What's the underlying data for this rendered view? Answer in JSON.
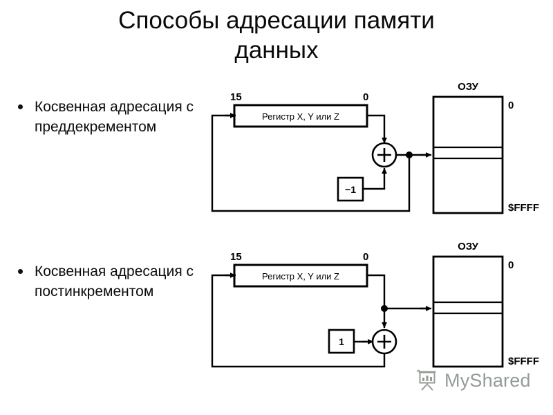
{
  "title": {
    "line1": "Способы адресации памяти",
    "line2": "данных"
  },
  "bullets": [
    {
      "text": "Косвенная адресация с преддекрементом"
    },
    {
      "text": "Косвенная адресация с постинкрементом"
    }
  ],
  "diagrams": [
    {
      "id": "pre-decrement",
      "register_label": "Регистр X, Y или Z",
      "bit_high": "15",
      "bit_low": "0",
      "operand_box": "−1",
      "adder_symbol": "+",
      "memory_title": "ОЗУ",
      "memory_top_address": "0",
      "memory_bottom_address": "$FFFF"
    },
    {
      "id": "post-increment",
      "register_label": "Регистр X, Y или Z",
      "bit_high": "15",
      "bit_low": "0",
      "operand_box": "1",
      "adder_symbol": "+",
      "memory_title": "ОЗУ",
      "memory_top_address": "0",
      "memory_bottom_address": "$FFFF"
    }
  ],
  "watermark": {
    "label": "MyShared",
    "icon": "presentation-chart-icon",
    "color": "#6f7b72"
  },
  "colors": {
    "ink": "#000000",
    "background": "#ffffff",
    "watermark": "#6f7b72"
  }
}
